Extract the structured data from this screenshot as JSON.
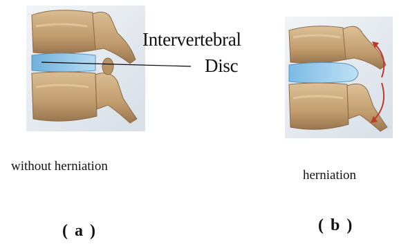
{
  "figure": {
    "panel_a": {
      "label_line1": "Intervertebral",
      "label_line2": "Disc",
      "caption": "without herniation",
      "letter": "( a )"
    },
    "panel_b": {
      "caption": "herniation",
      "letter": "( b )"
    }
  },
  "colors": {
    "bone": "#c9a77b",
    "bone_shadow": "#8f6a45",
    "disc": "#8ec4e6",
    "background_panel": "#e8edf2",
    "arrow": "#c0392b"
  }
}
